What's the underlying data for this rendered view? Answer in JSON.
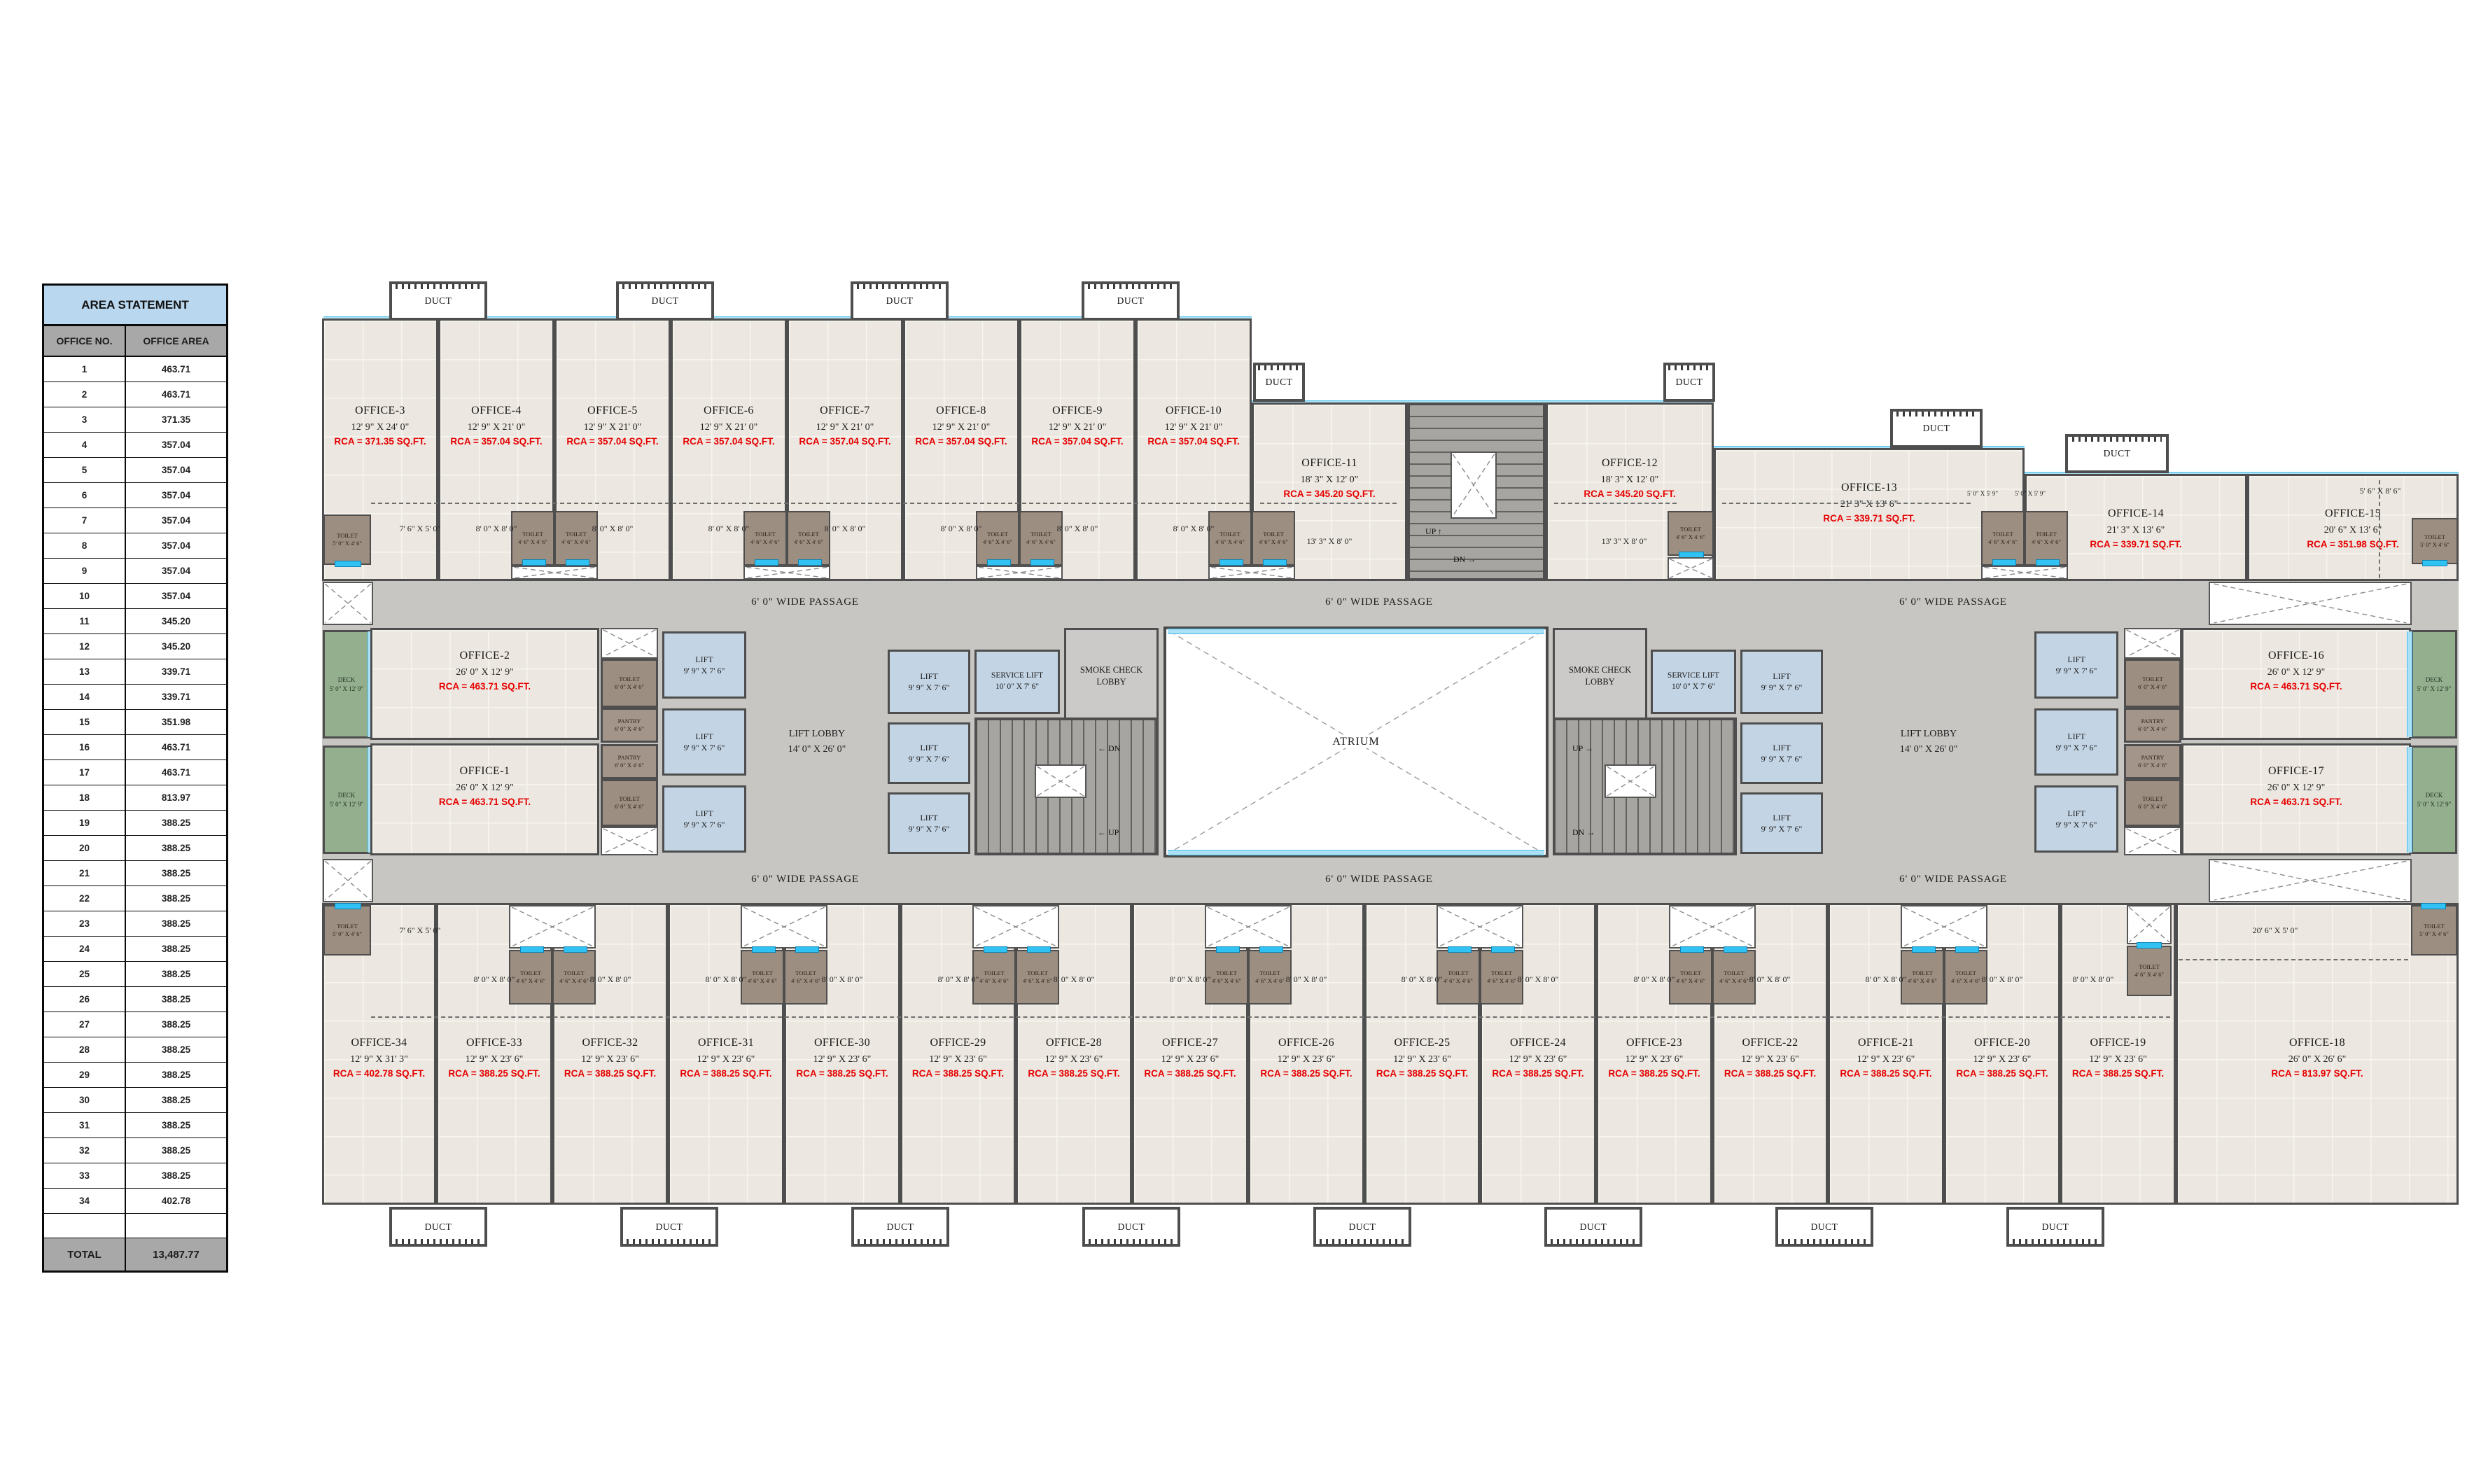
{
  "table": {
    "title": "AREA STATEMENT",
    "col_office_no": "OFFICE NO.",
    "col_office_area": "OFFICE AREA",
    "rows": [
      [
        "1",
        "463.71"
      ],
      [
        "2",
        "463.71"
      ],
      [
        "3",
        "371.35"
      ],
      [
        "4",
        "357.04"
      ],
      [
        "5",
        "357.04"
      ],
      [
        "6",
        "357.04"
      ],
      [
        "7",
        "357.04"
      ],
      [
        "8",
        "357.04"
      ],
      [
        "9",
        "357.04"
      ],
      [
        "10",
        "357.04"
      ],
      [
        "11",
        "345.20"
      ],
      [
        "12",
        "345.20"
      ],
      [
        "13",
        "339.71"
      ],
      [
        "14",
        "339.71"
      ],
      [
        "15",
        "351.98"
      ],
      [
        "16",
        "463.71"
      ],
      [
        "17",
        "463.71"
      ],
      [
        "18",
        "813.97"
      ],
      [
        "19",
        "388.25"
      ],
      [
        "20",
        "388.25"
      ],
      [
        "21",
        "388.25"
      ],
      [
        "22",
        "388.25"
      ],
      [
        "23",
        "388.25"
      ],
      [
        "24",
        "388.25"
      ],
      [
        "25",
        "388.25"
      ],
      [
        "26",
        "388.25"
      ],
      [
        "27",
        "388.25"
      ],
      [
        "28",
        "388.25"
      ],
      [
        "29",
        "388.25"
      ],
      [
        "30",
        "388.25"
      ],
      [
        "31",
        "388.25"
      ],
      [
        "32",
        "388.25"
      ],
      [
        "33",
        "388.25"
      ],
      [
        "34",
        "402.78"
      ]
    ],
    "total_label": "TOTAL",
    "total_value": "13,487.77"
  },
  "plan": {
    "passage_label": "6' 0\" WIDE PASSAGE",
    "atrium": "ATRIUM",
    "lift_lobby": {
      "name": "LIFT LOBBY",
      "dims": "14' 0\" X 26' 0\""
    },
    "duct": "DUCT",
    "up": "UP",
    "dn": "DN",
    "room_types": {
      "lift": {
        "name": "LIFT",
        "dims": "9' 9\" X 7' 6\""
      },
      "service_lift": {
        "name": "SERVICE LIFT",
        "dims": "10' 0\" X 7' 6\""
      },
      "smoke_lobby": {
        "name": "SMOKE CHECK LOBBY"
      },
      "toilet_46": {
        "name": "TOILET",
        "dims": "4' 6\" X 4' 6\""
      },
      "toilet_50": {
        "name": "TOILET",
        "dims": "5' 0\" X 4' 6\""
      },
      "toilet_60": {
        "name": "TOILET",
        "dims": "6' 0\" X 4' 6\""
      },
      "pantry": {
        "name": "PANTRY",
        "dims": "6' 0\" X 4' 6\""
      },
      "deck": {
        "name": "DECK",
        "dims": "5' 0\" X 12' 9\""
      }
    },
    "dims": {
      "d8x8": "8' 0\" X 8' 0\"",
      "d76x50": "7' 6\" X 5' 0\"",
      "d133x80": "13' 3\" X 8' 0\"",
      "d50x59": "5' 0\" X 5' 9\"",
      "d56x86": "5' 6\" X 8' 6\"",
      "d206x50": "20' 6\" X 5' 0\""
    },
    "offices": [
      {
        "name": "OFFICE-1",
        "dims": "26' 0\" X 12' 9\"",
        "rca": "RCA = 463.71 SQ.FT."
      },
      {
        "name": "OFFICE-2",
        "dims": "26' 0\" X 12' 9\"",
        "rca": "RCA = 463.71 SQ.FT."
      },
      {
        "name": "OFFICE-3",
        "dims": "12' 9\" X 24' 0\"",
        "rca": "RCA = 371.35 SQ.FT."
      },
      {
        "name": "OFFICE-4",
        "dims": "12' 9\" X 21' 0\"",
        "rca": "RCA = 357.04 SQ.FT."
      },
      {
        "name": "OFFICE-5",
        "dims": "12' 9\" X 21' 0\"",
        "rca": "RCA = 357.04 SQ.FT."
      },
      {
        "name": "OFFICE-6",
        "dims": "12' 9\" X 21' 0\"",
        "rca": "RCA = 357.04 SQ.FT."
      },
      {
        "name": "OFFICE-7",
        "dims": "12' 9\" X 21' 0\"",
        "rca": "RCA = 357.04 SQ.FT."
      },
      {
        "name": "OFFICE-8",
        "dims": "12' 9\" X 21' 0\"",
        "rca": "RCA = 357.04 SQ.FT."
      },
      {
        "name": "OFFICE-9",
        "dims": "12' 9\" X 21' 0\"",
        "rca": "RCA = 357.04 SQ.FT."
      },
      {
        "name": "OFFICE-10",
        "dims": "12' 9\" X 21' 0\"",
        "rca": "RCA = 357.04 SQ.FT."
      },
      {
        "name": "OFFICE-11",
        "dims": "18' 3\" X 12' 0\"",
        "rca": "RCA = 345.20 SQ.FT."
      },
      {
        "name": "OFFICE-12",
        "dims": "18' 3\" X 12' 0\"",
        "rca": "RCA = 345.20 SQ.FT."
      },
      {
        "name": "OFFICE-13",
        "dims": "21' 3\" X 13' 6\"",
        "rca": "RCA = 339.71 SQ.FT."
      },
      {
        "name": "OFFICE-14",
        "dims": "21' 3\" X 13' 6\"",
        "rca": "RCA = 339.71 SQ.FT."
      },
      {
        "name": "OFFICE-15",
        "dims": "20' 6\" X 13' 6\"",
        "rca": "RCA = 351.98 SQ.FT."
      },
      {
        "name": "OFFICE-16",
        "dims": "26' 0\" X 12' 9\"",
        "rca": "RCA = 463.71 SQ.FT."
      },
      {
        "name": "OFFICE-17",
        "dims": "26' 0\" X 12' 9\"",
        "rca": "RCA = 463.71 SQ.FT."
      },
      {
        "name": "OFFICE-18",
        "dims": "26' 0\" X 26' 6\"",
        "rca": "RCA = 813.97 SQ.FT."
      },
      {
        "name": "OFFICE-19",
        "dims": "12' 9\" X 23' 6\"",
        "rca": "RCA = 388.25 SQ.FT."
      },
      {
        "name": "OFFICE-20",
        "dims": "12' 9\" X 23' 6\"",
        "rca": "RCA = 388.25 SQ.FT."
      },
      {
        "name": "OFFICE-21",
        "dims": "12' 9\" X 23' 6\"",
        "rca": "RCA = 388.25 SQ.FT."
      },
      {
        "name": "OFFICE-22",
        "dims": "12' 9\" X 23' 6\"",
        "rca": "RCA = 388.25 SQ.FT."
      },
      {
        "name": "OFFICE-23",
        "dims": "12' 9\" X 23' 6\"",
        "rca": "RCA = 388.25 SQ.FT."
      },
      {
        "name": "OFFICE-24",
        "dims": "12' 9\" X 23' 6\"",
        "rca": "RCA = 388.25 SQ.FT."
      },
      {
        "name": "OFFICE-25",
        "dims": "12' 9\" X 23' 6\"",
        "rca": "RCA = 388.25 SQ.FT."
      },
      {
        "name": "OFFICE-26",
        "dims": "12' 9\" X 23' 6\"",
        "rca": "RCA = 388.25 SQ.FT."
      },
      {
        "name": "OFFICE-27",
        "dims": "12' 9\" X 23' 6\"",
        "rca": "RCA = 388.25 SQ.FT."
      },
      {
        "name": "OFFICE-28",
        "dims": "12' 9\" X 23' 6\"",
        "rca": "RCA = 388.25 SQ.FT."
      },
      {
        "name": "OFFICE-29",
        "dims": "12' 9\" X 23' 6\"",
        "rca": "RCA = 388.25 SQ.FT."
      },
      {
        "name": "OFFICE-30",
        "dims": "12' 9\" X 23' 6\"",
        "rca": "RCA = 388.25 SQ.FT."
      },
      {
        "name": "OFFICE-31",
        "dims": "12' 9\" X 23' 6\"",
        "rca": "RCA = 388.25 SQ.FT."
      },
      {
        "name": "OFFICE-32",
        "dims": "12' 9\" X 23' 6\"",
        "rca": "RCA = 388.25 SQ.FT."
      },
      {
        "name": "OFFICE-33",
        "dims": "12' 9\" X 23' 6\"",
        "rca": "RCA = 388.25 SQ.FT."
      },
      {
        "name": "OFFICE-34",
        "dims": "12' 9\" X 31' 3\"",
        "rca": "RCA = 402.78 SQ.FT."
      }
    ]
  }
}
